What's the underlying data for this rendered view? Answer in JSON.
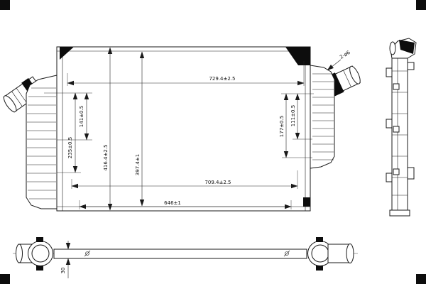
{
  "dims": {
    "width_top": "729.4±2.5",
    "width_mid": "709.4±2.5",
    "width_bottom": "646±1",
    "height_overall": "416.4±2.5",
    "height_core": "397.4±1",
    "left_upper": "141±0.5",
    "left_lower": "235±0.5",
    "right_inner": "111±0.5",
    "right_outer": "177±0.5",
    "holes": "2-ø6",
    "depth": "30"
  }
}
